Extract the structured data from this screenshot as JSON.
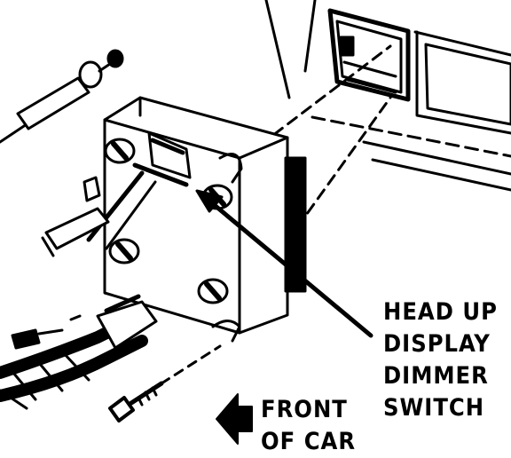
{
  "callout": {
    "line1": "HEAD UP",
    "line2": "DISPLAY",
    "line3": "DIMMER",
    "line4": "SWITCH"
  },
  "direction": {
    "line1": "FRONT",
    "line2": "OF CAR",
    "arrow_icon": "left-arrow-icon"
  },
  "colors": {
    "ink": "#000000",
    "paper": "#ffffff"
  }
}
